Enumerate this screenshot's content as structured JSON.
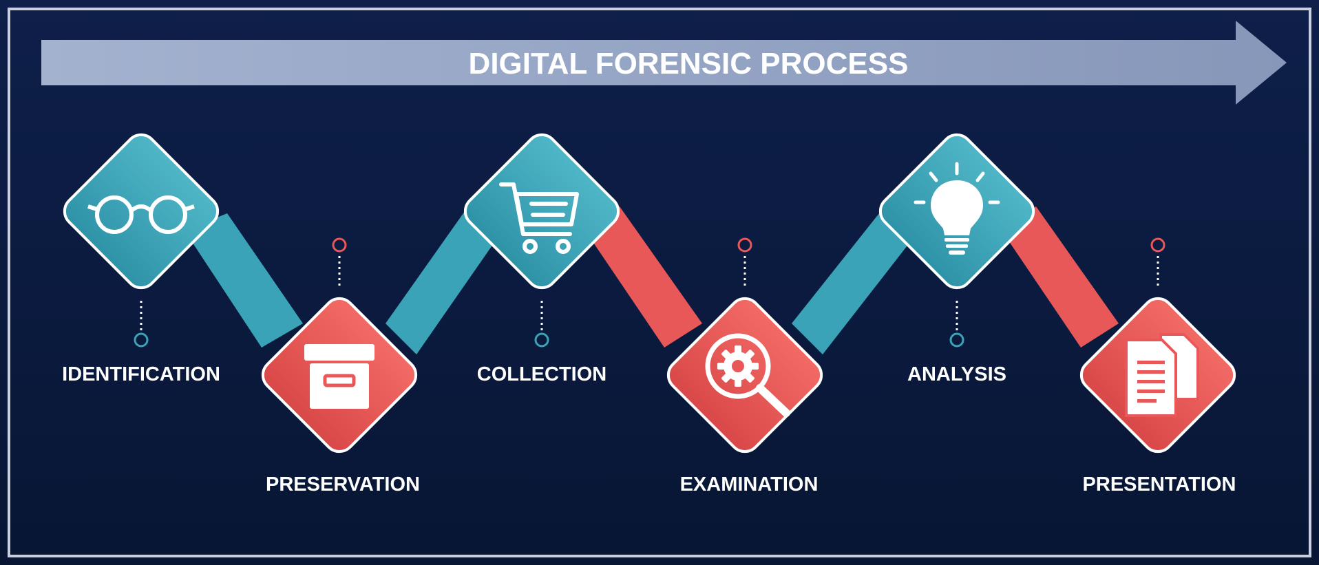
{
  "title": "DIGITAL FORENSIC PROCESS",
  "colors": {
    "background": "#0b1a3f",
    "teal": "#3aa3b7",
    "red": "#e85858",
    "white": "#ffffff"
  },
  "steps": [
    {
      "label": "IDENTIFICATION",
      "icon": "glasses-icon",
      "color": "teal"
    },
    {
      "label": "PRESERVATION",
      "icon": "archive-box-icon",
      "color": "red"
    },
    {
      "label": "COLLECTION",
      "icon": "shopping-cart-icon",
      "color": "teal"
    },
    {
      "label": "EXAMINATION",
      "icon": "magnifier-gear-icon",
      "color": "red"
    },
    {
      "label": "ANALYSIS",
      "icon": "lightbulb-icon",
      "color": "teal"
    },
    {
      "label": "PRESENTATION",
      "icon": "documents-icon",
      "color": "red"
    }
  ]
}
